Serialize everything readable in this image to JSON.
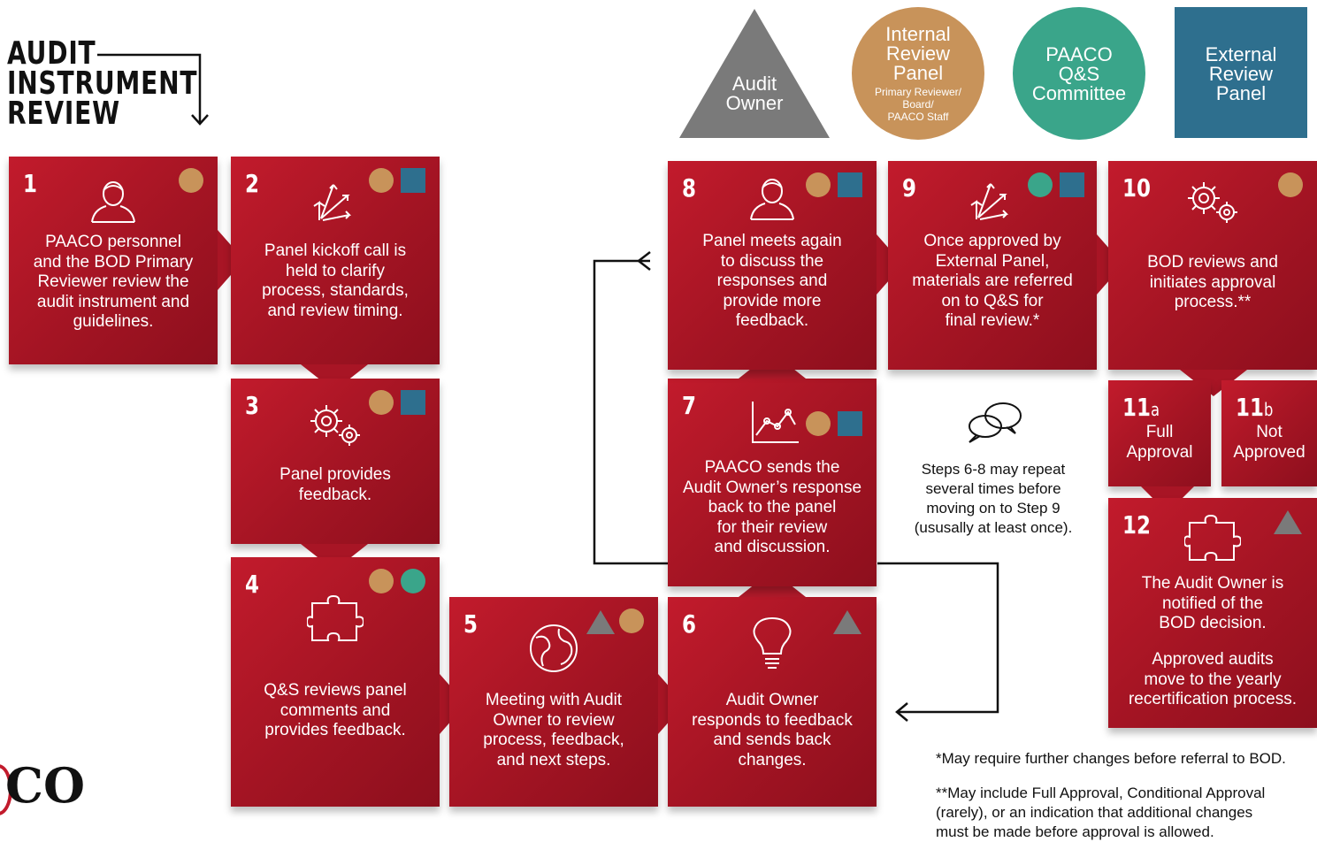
{
  "title": "AUDIT\nINSTRUMENT\nREVIEW",
  "logo_text": "CO",
  "colors": {
    "card_red": "#b11a2a",
    "audit_owner_gray": "#7a7a7a",
    "internal_panel_tan": "#c8935a",
    "qs_committee_teal": "#3aa58a",
    "external_panel_blue": "#2e6f8e"
  },
  "legend": {
    "audit_owner": "Audit\nOwner",
    "internal_panel": "Internal\nReview\nPanel",
    "internal_panel_sub": "Primary Reviewer/\nBoard/\nPAACO Staff",
    "qs_committee": "PAACO\nQ&S\nCommittee",
    "external_panel": "External\nReview\nPanel"
  },
  "steps": {
    "s1": {
      "num": "1",
      "text": "PAACO personnel\nand the BOD Primary\nReviewer review the\naudit instrument and\nguidelines.",
      "icon": "person-icon",
      "markers": [
        "internal"
      ]
    },
    "s2": {
      "num": "2",
      "text": "Panel kickoff call is\nheld to clarify\nprocess, standards,\nand review timing.",
      "icon": "arrows-icon",
      "markers": [
        "internal",
        "external"
      ]
    },
    "s3": {
      "num": "3",
      "text": "Panel provides\nfeedback.",
      "icon": "gears-icon",
      "markers": [
        "internal",
        "external"
      ]
    },
    "s4": {
      "num": "4",
      "text": "Q&S reviews panel\ncomments and\nprovides feedback.",
      "icon": "puzzle-icon",
      "markers": [
        "internal",
        "qs"
      ]
    },
    "s5": {
      "num": "5",
      "text": "Meeting with Audit\nOwner to review\nprocess, feedback,\nand next steps.",
      "icon": "globe-icon",
      "markers": [
        "owner",
        "internal"
      ]
    },
    "s6": {
      "num": "6",
      "text": "Audit Owner\nresponds to feedback\nand sends back\nchanges.",
      "icon": "lightbulb-icon",
      "markers": [
        "owner"
      ]
    },
    "s7": {
      "num": "7",
      "text": "PAACO sends the\nAudit Owner’s response\nback to the panel\nfor their review\nand discussion.",
      "icon": "chart-icon",
      "markers": [
        "internal",
        "external"
      ]
    },
    "s8": {
      "num": "8",
      "text": "Panel meets again\nto discuss the\nresponses and\nprovide more\nfeedback.",
      "icon": "person-icon",
      "markers": [
        "internal",
        "external"
      ]
    },
    "s9": {
      "num": "9",
      "text": "Once approved by\nExternal Panel,\nmaterials are referred\non to Q&S for\nfinal review.*",
      "icon": "arrows-icon",
      "markers": [
        "qs",
        "external"
      ]
    },
    "s10": {
      "num": "10",
      "text": "BOD reviews and\ninitiates approval\nprocess.**",
      "icon": "gears-icon",
      "markers": [
        "internal"
      ]
    },
    "s11a": {
      "num": "11",
      "sub": "a",
      "text": "Full\nApproval"
    },
    "s11b": {
      "num": "11",
      "sub": "b",
      "text": "Not\nApproved"
    },
    "s12": {
      "num": "12",
      "text": "The Audit Owner is\nnotified of the\nBOD decision.",
      "text2": "Approved audits\nmove to the yearly\nrecertification process.",
      "icon": "puzzle-icon",
      "markers": [
        "owner"
      ]
    }
  },
  "repeat_note": "Steps 6-8 may repeat\nseveral times before\nmoving on to Step 9\n(ususally at least once).",
  "footnote1": "*May require further changes before referral to BOD.",
  "footnote2": "**May include Full Approval, Conditional Approval\n(rarely), or an indication that additional changes\nmust be made before approval is allowed."
}
